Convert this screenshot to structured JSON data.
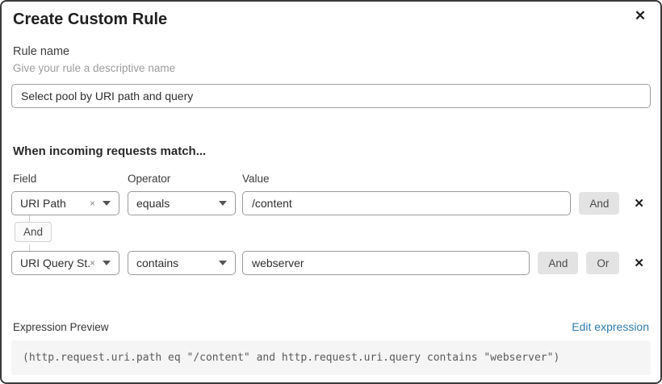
{
  "dialog": {
    "title": "Create Custom Rule",
    "close_icon": "✕"
  },
  "rule_name": {
    "label": "Rule name",
    "helper": "Give your rule a descriptive name",
    "value": "Select pool by URI path and query"
  },
  "match_section": {
    "heading": "When incoming requests match...",
    "columns": {
      "field": "Field",
      "operator": "Operator",
      "value": "Value"
    },
    "connector_label": "And",
    "rows": [
      {
        "field_value": "URI Path",
        "clear_icon": "×",
        "operator_value": "equals",
        "value": "/content",
        "and_label": "And",
        "remove_icon": "✕"
      },
      {
        "field_value": "URI Query St...",
        "clear_icon": "×",
        "operator_value": "contains",
        "value": "webserver",
        "and_label": "And",
        "or_label": "Or",
        "remove_icon": "✕"
      }
    ]
  },
  "expression": {
    "label": "Expression Preview",
    "edit_link": "Edit expression",
    "code": "(http.request.uri.path eq \"/content\" and http.request.uri.query contains \"webserver\")"
  },
  "colors": {
    "link_blue": "#2e7db3",
    "button_gray": "#e3e3e3",
    "code_background": "#f5f5f5",
    "border_gray": "#9b9b9b"
  }
}
